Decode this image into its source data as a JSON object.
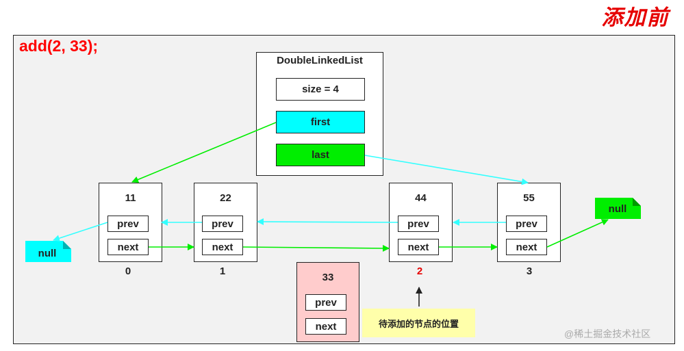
{
  "headline": "添加前",
  "operation": "add(2, 33);",
  "list": {
    "title": "DoubleLinkedList",
    "size_label": "size = 4",
    "first_label": "first",
    "last_label": "last"
  },
  "nodes": [
    {
      "value": "11",
      "prev": "prev",
      "next": "next",
      "index": "0"
    },
    {
      "value": "22",
      "prev": "prev",
      "next": "next",
      "index": "1"
    },
    {
      "value": "44",
      "prev": "prev",
      "next": "next",
      "index": "2"
    },
    {
      "value": "55",
      "prev": "prev",
      "next": "next",
      "index": "3"
    }
  ],
  "pending_node": {
    "value": "33",
    "prev": "prev",
    "next": "next"
  },
  "null_left": "null",
  "null_right": "null",
  "note": "待添加的节点的位置",
  "watermark": "@稀土掘金技术社区",
  "colors": {
    "cyan": "#00ffff",
    "green": "#00ff00",
    "red": "#ff0000",
    "pending": "#ffcccc",
    "note": "#ffffaa"
  }
}
